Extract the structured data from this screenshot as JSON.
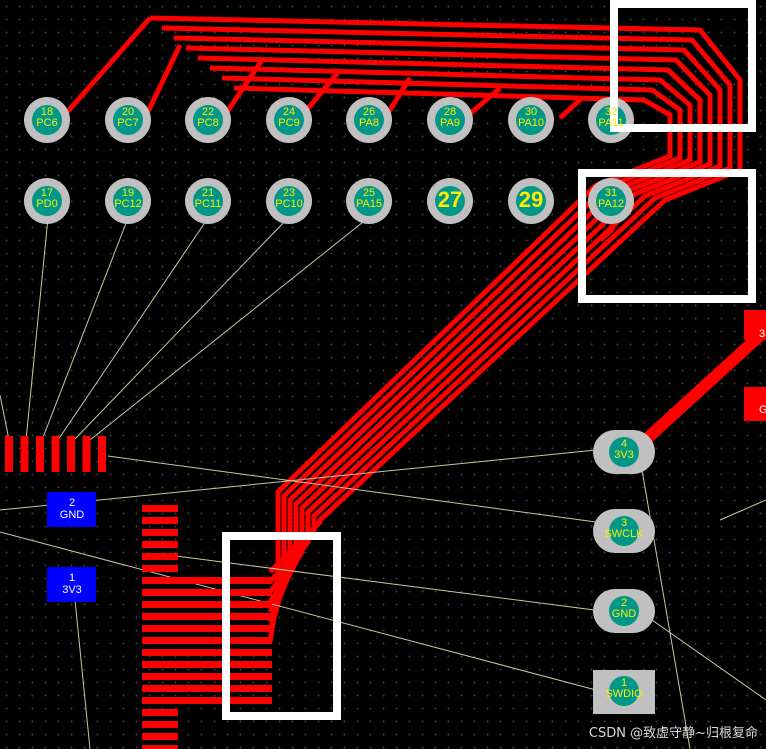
{
  "colors": {
    "background": "#000000",
    "trace": "#ff0000",
    "ratsnest": "#c8c8a0",
    "pad_ring": "#c0c0c0",
    "pad_hole": "#009688",
    "pad_text": "#ffee00",
    "smd_blue": "#0000ff",
    "keepout": "#ffffff"
  },
  "header_pins": [
    {
      "num": "18",
      "net": "PC6"
    },
    {
      "num": "20",
      "net": "PC7"
    },
    {
      "num": "22",
      "net": "PC8"
    },
    {
      "num": "24",
      "net": "PC9"
    },
    {
      "num": "26",
      "net": "PA8"
    },
    {
      "num": "28",
      "net": "PA9"
    },
    {
      "num": "30",
      "net": "PA10"
    },
    {
      "num": "32",
      "net": "PA11"
    },
    {
      "num": "17",
      "net": "PD0"
    },
    {
      "num": "19",
      "net": "PC12"
    },
    {
      "num": "21",
      "net": "PC11"
    },
    {
      "num": "23",
      "net": "PC10"
    },
    {
      "num": "25",
      "net": "PA15"
    },
    {
      "num": "27",
      "net": ""
    },
    {
      "num": "29",
      "net": ""
    },
    {
      "num": "31",
      "net": "PA12"
    }
  ],
  "swd_pins": [
    {
      "num": "4",
      "net": "3V3"
    },
    {
      "num": "3",
      "net": "SWCLK"
    },
    {
      "num": "2",
      "net": "GND"
    },
    {
      "num": "1",
      "net": "SWDIO"
    }
  ],
  "smd_pads": [
    {
      "num": "2",
      "net": "GND"
    },
    {
      "num": "1",
      "net": "3V3"
    }
  ],
  "edge_labels": [
    "3",
    "G"
  ],
  "watermark": "CSDN @致虚守静~归根复命"
}
